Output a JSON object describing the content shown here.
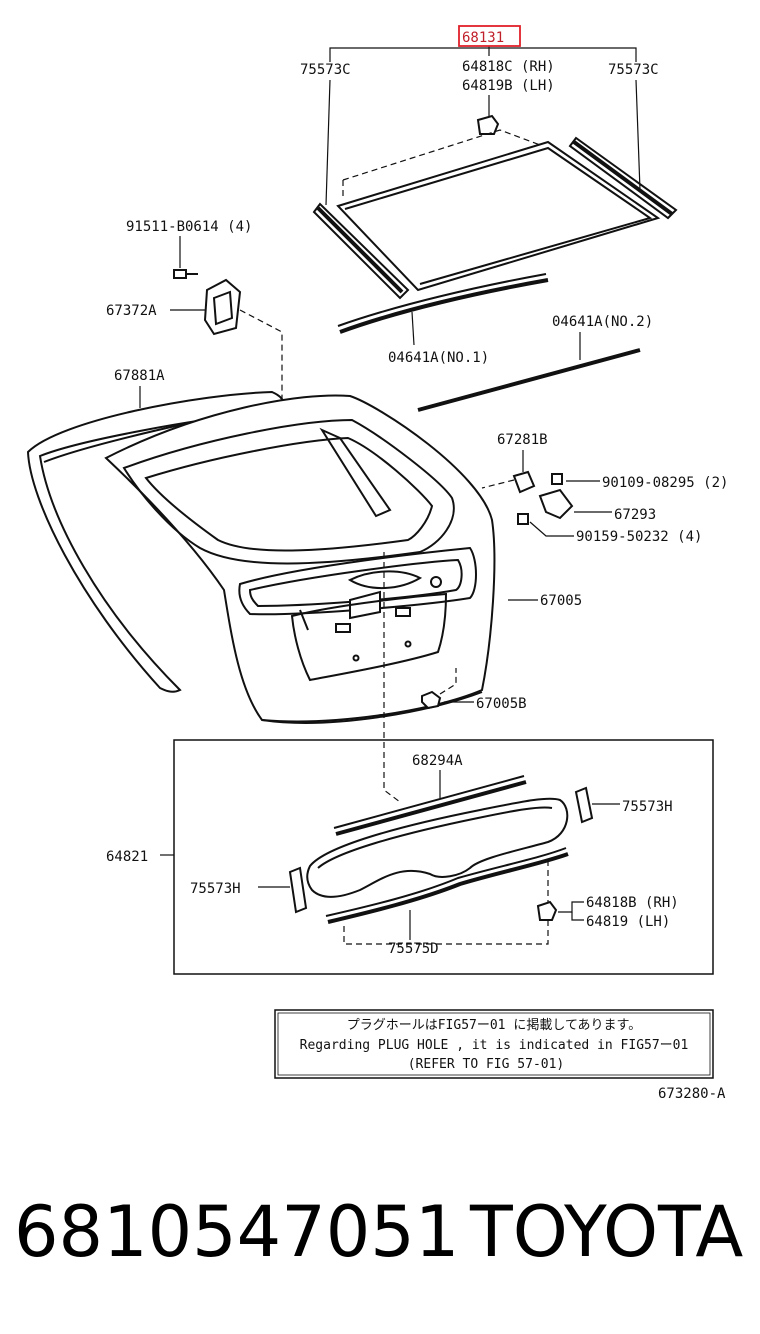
{
  "diagram": {
    "ref_code": "673280-A",
    "highlighted_part": "68131",
    "labels": {
      "l_68131": "68131",
      "l_75573c_left": "75573C",
      "l_75573c_right": "75573C",
      "l_64818c": "64818C (RH)",
      "l_64819b": "64819B (LH)",
      "l_91511": "91511-B0614 (4)",
      "l_67372a": "67372A",
      "l_04641a_no1": "04641A(NO.1)",
      "l_04641a_no2": "04641A(NO.2)",
      "l_67881a": "67881A",
      "l_67281b": "67281B",
      "l_90109": "90109-08295 (2)",
      "l_67293": "67293",
      "l_90159": "90159-50232 (4)",
      "l_67005": "67005",
      "l_67005b": "67005B",
      "l_68294a": "68294A",
      "l_75573h_right": "75573H",
      "l_64821": "64821",
      "l_75573h_left": "75573H",
      "l_64818b": "64818B (RH)",
      "l_64819": "64819  (LH)",
      "l_75575d": "75575D"
    },
    "note": {
      "line1": "プラグホールはFIG57ー01 に掲載してあります。",
      "line2": "Regarding PLUG HOLE , it is indicated in FIG57ー01",
      "line3": "(REFER TO FIG 57-01)"
    }
  },
  "footer": {
    "part_number": "6810547051",
    "brand": "TOYOTA"
  },
  "colors": {
    "highlight": "#e0202a",
    "line": "#111111"
  }
}
